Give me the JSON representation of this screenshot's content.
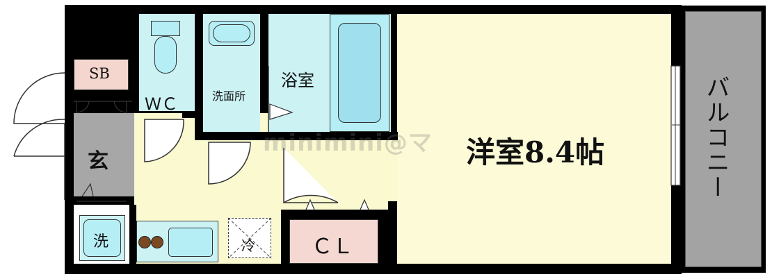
{
  "floorplan": {
    "rooms": {
      "balcony": "バルコニー",
      "western_room": "洋室8.4帖",
      "bathroom": "浴室",
      "washroom": "洗面所",
      "toilet": "ＷＣ",
      "shoe_box": "SB",
      "entrance": "玄",
      "washer": "洗",
      "fridge": "冷",
      "closet": "ＣＬ"
    },
    "watermark": "minimini@マ",
    "colors": {
      "wall": "#000000",
      "western_room": "#fdfbd7",
      "hall": "#fbf9d0",
      "wet_area": "#ccf2f4",
      "fixture": "#b6eef6",
      "fixture_deep": "#9fdfee",
      "balcony": "#a3a3a3",
      "entrance": "#a7a7a7",
      "shoe_box": "#f4d6cf",
      "closet": "#f5d8d1",
      "stove_burner": "#7a4a22"
    }
  }
}
